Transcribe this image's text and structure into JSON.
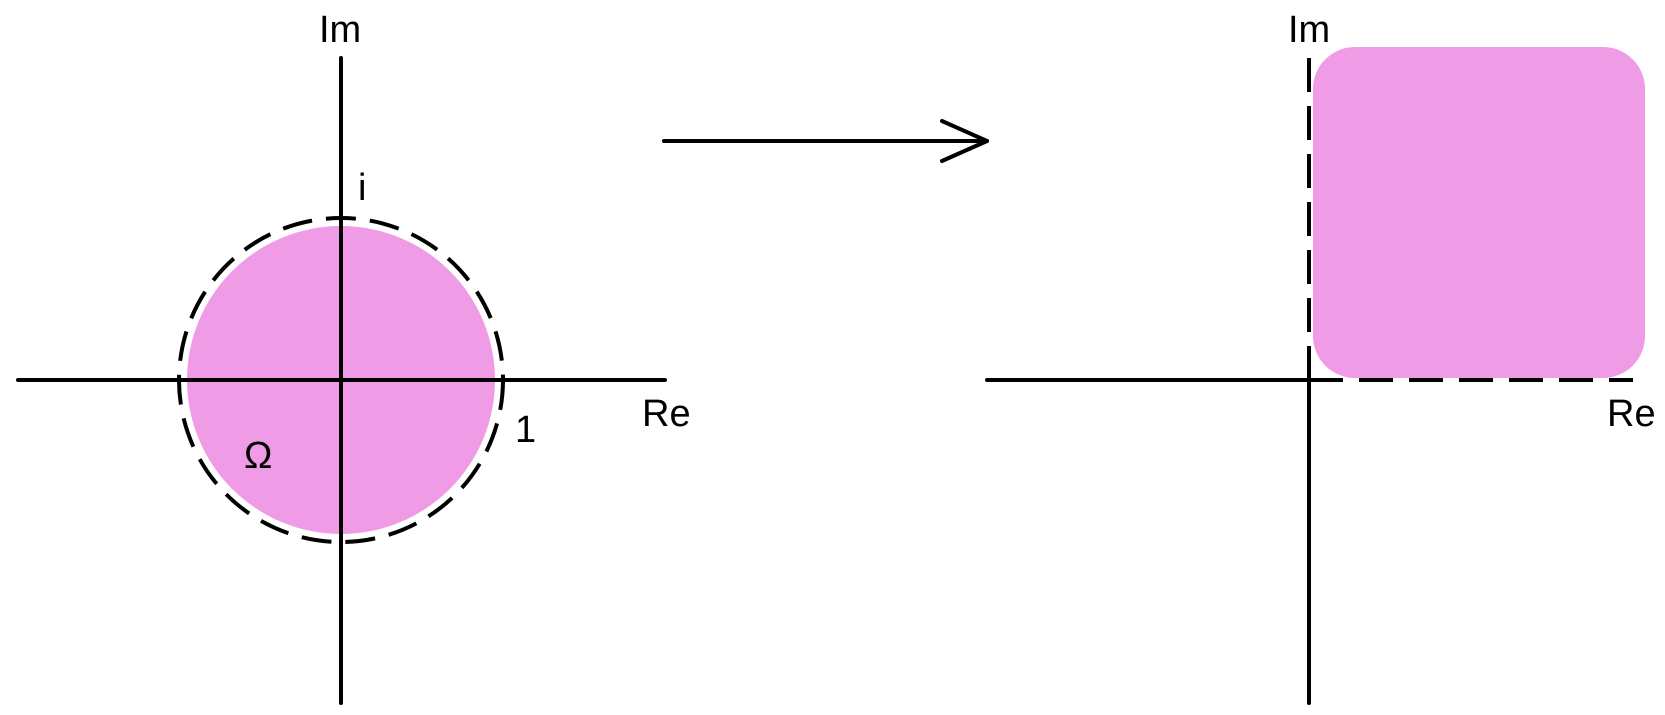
{
  "colors": {
    "region_fill": "#EF9BE6",
    "stroke": "#000000",
    "background": "#FFFFFF"
  },
  "left_plane": {
    "axis_re_label": "Re",
    "axis_im_label": "Im",
    "point_i_label": "i",
    "point_one_label": "1",
    "region_label": "Ω",
    "region_shape": "open unit disk",
    "boundary_style": "dashed"
  },
  "mapping_arrow": {
    "direction": "left-to-right"
  },
  "right_plane": {
    "axis_re_label": "Re",
    "axis_im_label": "Im",
    "region_shape": "first quadrant",
    "boundary_style": "dashed"
  }
}
